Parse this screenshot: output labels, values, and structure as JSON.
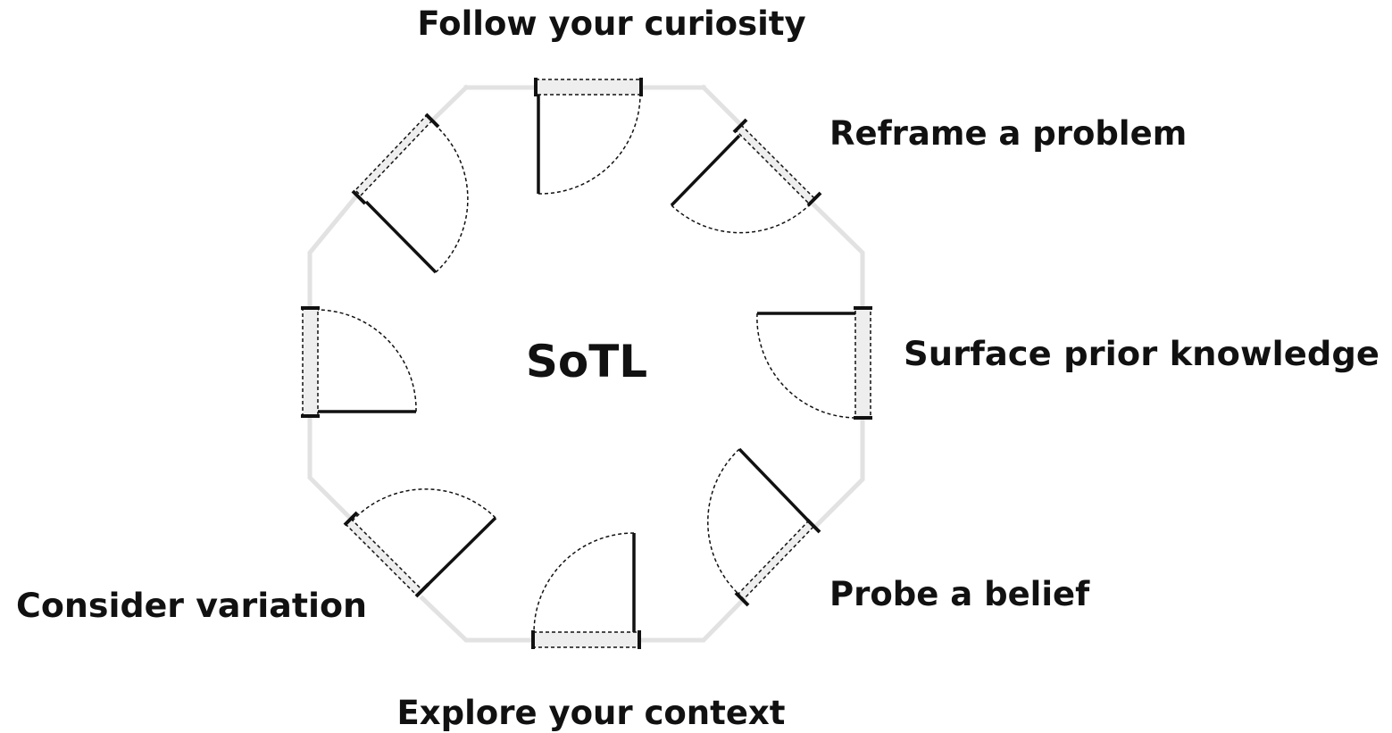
{
  "center_label": "SoTL",
  "doors": [
    {
      "id": "top",
      "label": "Follow your curiosity"
    },
    {
      "id": "top-right",
      "label": "Reframe a problem"
    },
    {
      "id": "right",
      "label": "Surface prior knowledge"
    },
    {
      "id": "bottom-right",
      "label": "Probe a belief"
    },
    {
      "id": "bottom",
      "label": "Explore your context"
    },
    {
      "id": "bottom-left",
      "label": "Consider variation"
    },
    {
      "id": "right-left-placeholder-unused",
      "label": ""
    },
    {
      "id": "top-left",
      "label": ""
    }
  ],
  "colors": {
    "wall": "#e2e2e2",
    "door": "#111111",
    "text": "#111111"
  }
}
